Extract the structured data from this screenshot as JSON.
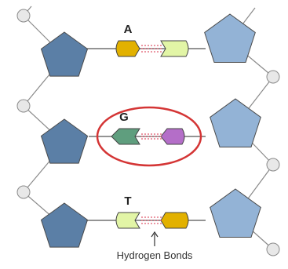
{
  "colors": {
    "left_sugar": "#5b7fa6",
    "right_sugar": "#93b3d6",
    "sugar_stroke": "#4a4a4a",
    "phosphate": "#e8e8e8",
    "yellow_base": "#e2b100",
    "light_green_base": "#e2f5a6",
    "green_base": "#5f9e7e",
    "purple_base": "#b46ec8",
    "hydrogen_bond": "#e05a6e",
    "highlight_circle": "#d43535",
    "backbone": "#8a8a8a"
  },
  "pairs": [
    {
      "label": "A",
      "left_base": "yellow",
      "right_base": "light-green",
      "highlighted": false
    },
    {
      "label": "G",
      "left_base": "green",
      "right_base": "purple",
      "highlighted": true
    },
    {
      "label": "T",
      "left_base": "light-green",
      "right_base": "yellow",
      "highlighted": false
    }
  ],
  "annotation": {
    "text": "Hydrogen Bonds",
    "arrow": "up-arrow"
  }
}
